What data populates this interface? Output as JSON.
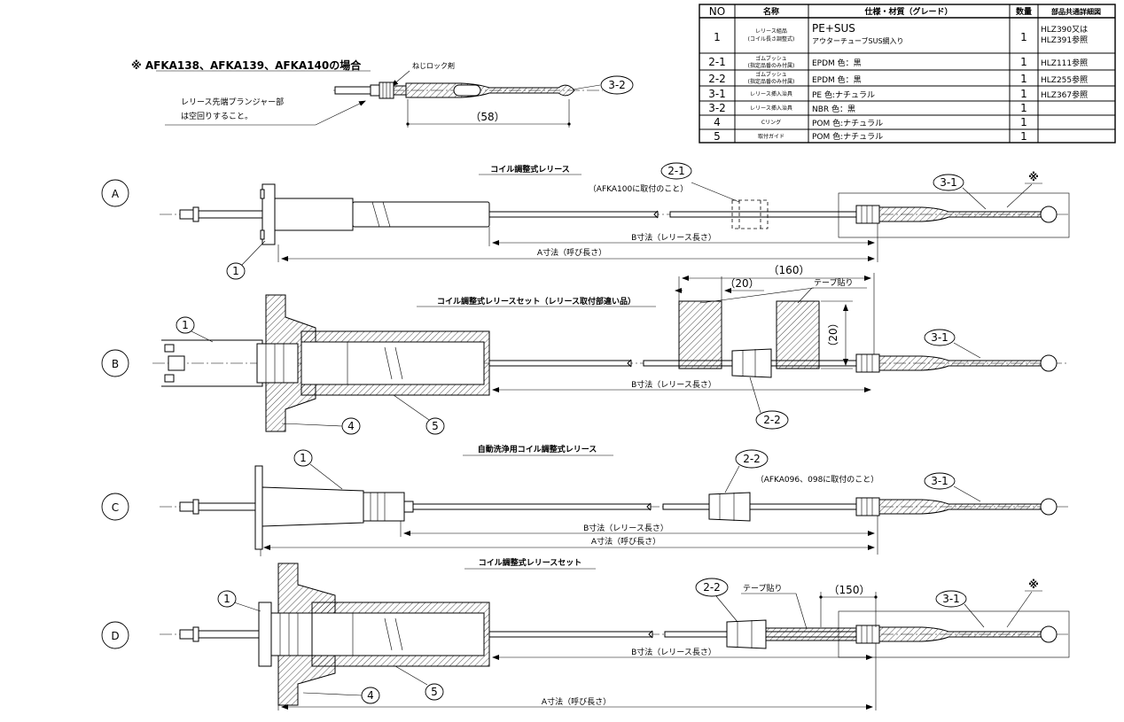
{
  "parts_table": {
    "headers": [
      "NO",
      "名称",
      "仕様・材質（グレード）",
      "数量",
      "部品共通詳細図"
    ],
    "rows": [
      {
        "no": "1",
        "name_1": "レリース組品",
        "name_2": "(コイル長さ調整式)",
        "spec_1": "PE+SUS",
        "spec_2": "アウターチューブSUS網入り",
        "qty": "1",
        "ref_1": "HLZ390又は",
        "ref_2": "HLZ391参照"
      },
      {
        "no": "2-1",
        "name_1": "ゴムブッシュ",
        "name_2": "(指定品番のみ付属)",
        "spec_1": "EPDM  色：黒",
        "spec_2": "",
        "qty": "1",
        "ref_1": "HLZ111参照",
        "ref_2": ""
      },
      {
        "no": "2-2",
        "name_1": "ゴムブッシュ",
        "name_2": "(指定品番のみ付属)",
        "spec_1": "EPDM  色：黒",
        "spec_2": "",
        "qty": "1",
        "ref_1": "HLZ255参照",
        "ref_2": ""
      },
      {
        "no": "3-1",
        "name_1": "レリース挿入治具",
        "name_2": "",
        "spec_1": "PE  色:ナチュラル",
        "spec_2": "",
        "qty": "1",
        "ref_1": "HLZ367参照",
        "ref_2": ""
      },
      {
        "no": "3-2",
        "name_1": "レリース挿入治具",
        "name_2": "",
        "spec_1": "NBR  色：黒",
        "spec_2": "",
        "qty": "1",
        "ref_1": "",
        "ref_2": ""
      },
      {
        "no": "4",
        "name_1": "Cリング",
        "name_2": "",
        "spec_1": "POM  色:ナチュラル",
        "spec_2": "",
        "qty": "1",
        "ref_1": "",
        "ref_2": ""
      },
      {
        "no": "5",
        "name_1": "取付ガイド",
        "name_2": "",
        "spec_1": "POM  色:ナチュラル",
        "spec_2": "",
        "qty": "1",
        "ref_1": "",
        "ref_2": ""
      }
    ]
  },
  "detail": {
    "title": "※ AFKA138、AFKA139、AFKA140の場合",
    "screw_lock": "ねじロック剤",
    "note_1": "レリース先端プランジャー部",
    "note_2": "は空回りすること。",
    "dim": "（58）",
    "bubble": "3-2"
  },
  "views": {
    "A": {
      "letter": "A",
      "title": "コイル調整式レリース",
      "note": "（AFKA100に取付のこと）",
      "dim_b": "B寸法（レリース長さ）",
      "dim_a": "A寸法（呼び長さ）",
      "mark": "※",
      "bubbles": [
        "1",
        "2-1",
        "3-1"
      ]
    },
    "B": {
      "letter": "B",
      "title": "コイル調整式レリースセット（レリース取付部違い品）",
      "dim_160": "（160）",
      "dim_20a": "（20）",
      "dim_20b": "（20）",
      "tape": "テープ貼り",
      "dim_b": "B寸法（レリース長さ）",
      "bubbles": [
        "1",
        "4",
        "5",
        "2-2",
        "3-1"
      ]
    },
    "C": {
      "letter": "C",
      "title": "自動洗浄用コイル調整式レリース",
      "note": "（AFKA096、098に取付のこと）",
      "dim_b": "B寸法（レリース長さ）",
      "dim_a": "A寸法（呼び長さ）",
      "bubbles": [
        "1",
        "2-2",
        "3-1"
      ]
    },
    "D": {
      "letter": "D",
      "title": "コイル調整式レリースセット",
      "tape": "テープ貼り",
      "dim_150": "（150）",
      "dim_b": "B寸法（レリース長さ）",
      "dim_a": "A寸法（呼び長さ）",
      "mark": "※",
      "bubbles": [
        "1",
        "2-2",
        "3-1",
        "4",
        "5"
      ]
    }
  }
}
